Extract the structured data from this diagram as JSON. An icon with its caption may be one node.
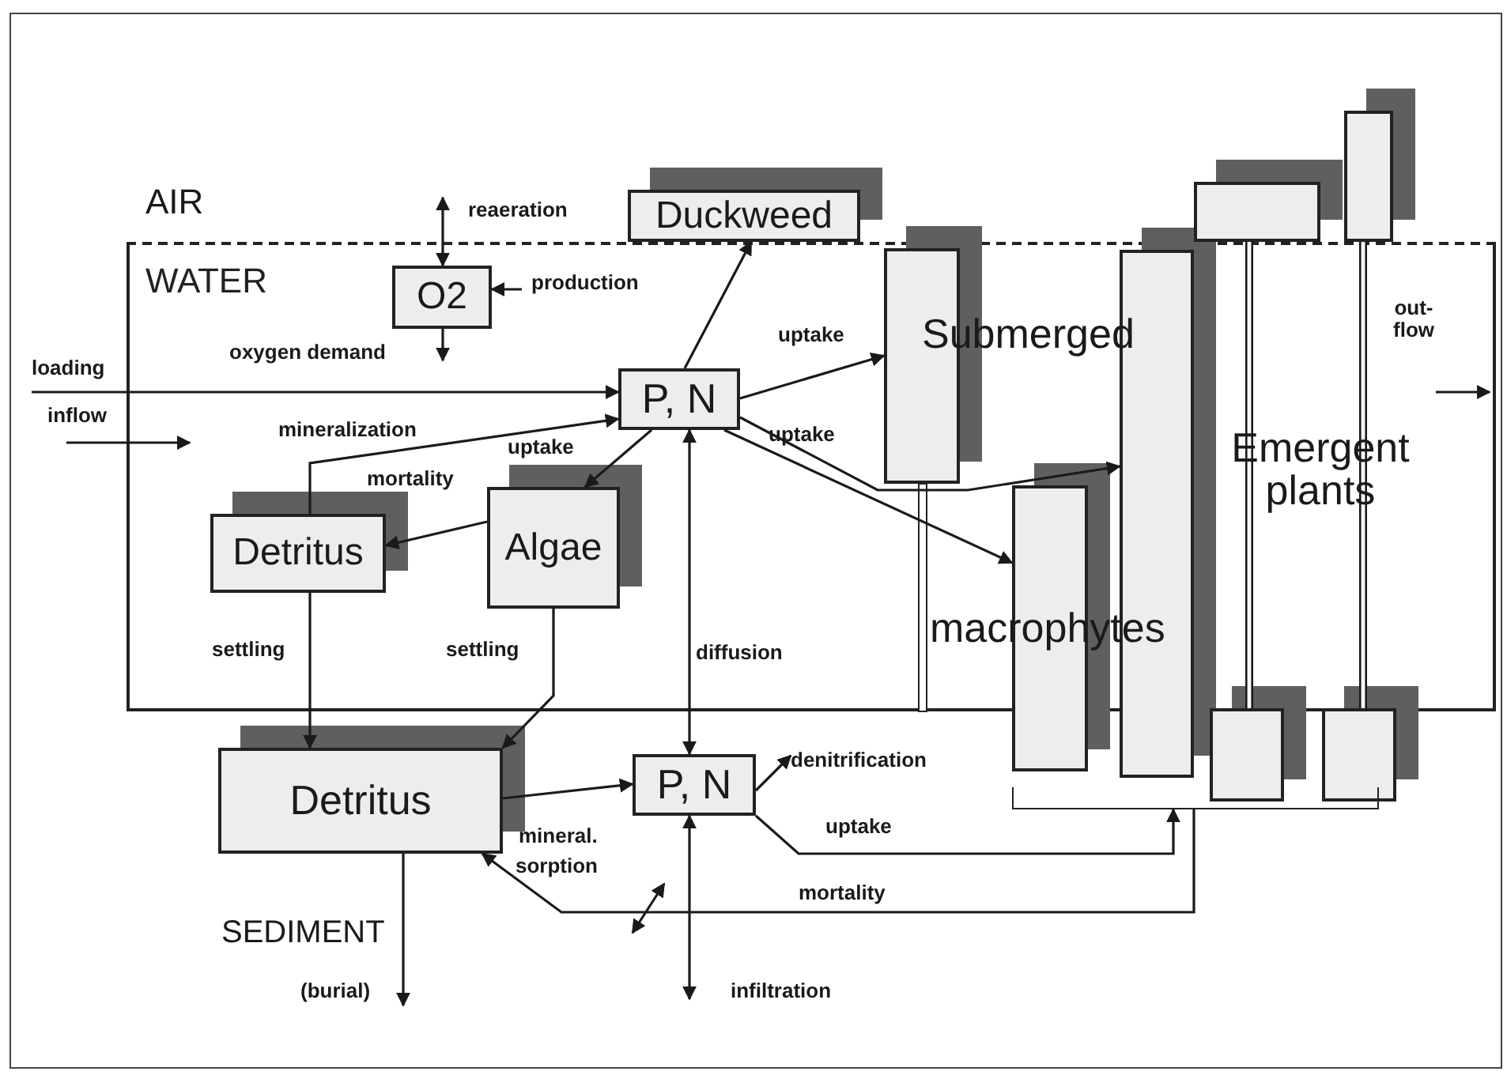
{
  "diagram": {
    "nodes": [
      {
        "text": [
          "WATER"
        ]
      },
      {
        "text": [
          "O2"
        ],
        "in": 0
      },
      {
        "text": [
          "Duckweed"
        ]
      },
      {
        "text": [
          "P, N"
        ],
        "in": 0
      },
      {
        "text": [
          "Detritus"
        ],
        "in": 0
      },
      {
        "text": [
          "Algae"
        ],
        "in": 0
      },
      {
        "text": [],
        "shape": "bar",
        "in": 0
      },
      {
        "text": [],
        "shape": "bar"
      },
      {
        "text": [],
        "shape": "bar"
      },
      {
        "text": [],
        "shape": "box"
      },
      {
        "text": [],
        "shape": "bar"
      },
      {
        "text": [],
        "shape": "box"
      },
      {
        "text": [],
        "shape": "box"
      },
      {
        "text": [],
        "shape": "bar"
      },
      {
        "text": [
          "Detritus"
        ]
      },
      {
        "text": [
          "P, N"
        ]
      }
    ],
    "edges": [
      {
        "from": null,
        "to": 1,
        "arrow": "both",
        "label": "reaeration"
      },
      {
        "from": null,
        "to": 1,
        "arrow": "to",
        "label": "production"
      },
      {
        "from": 1,
        "to": null,
        "arrow": "to",
        "label": "oxygen demand"
      },
      {
        "from": null,
        "to": 3,
        "arrow": "to",
        "label": "loading"
      },
      {
        "from": 4,
        "to": 3,
        "arrow": "to",
        "label": "mineralization"
      },
      {
        "from": 3,
        "to": 5,
        "arrow": "to",
        "label": "uptake"
      },
      {
        "from": 5,
        "to": 4,
        "arrow": "to",
        "label": "mortality"
      },
      {
        "from": 3,
        "to": 2,
        "arrow": "to"
      },
      {
        "from": 3,
        "to": 6,
        "arrow": "to",
        "label": "uptake"
      },
      {
        "from": 3,
        "to": 8,
        "arrow": "to",
        "label": "uptake"
      },
      {
        "from": 3,
        "to": 7,
        "arrow": "to"
      },
      {
        "from": 4,
        "to": 14,
        "arrow": "to",
        "label": "settling"
      },
      {
        "from": 5,
        "to": 14,
        "arrow": "to",
        "label": "settling"
      },
      {
        "from": 15,
        "to": 3,
        "arrow": "both",
        "label": "diffusion"
      },
      {
        "from": 14,
        "to": 15,
        "arrow": "to",
        "label": "mineral."
      },
      {
        "from": 15,
        "to": null,
        "arrow": "to",
        "label": "denitrification"
      },
      {
        "from": 15,
        "to": 13,
        "arrow": "to",
        "label": "uptake"
      },
      {
        "from": 13,
        "to": 14,
        "arrow": "to",
        "label": "mortality"
      },
      {
        "from": 15,
        "to": null,
        "arrow": "both",
        "label": "infiltration"
      },
      {
        "from": 14,
        "to": null,
        "arrow": "to",
        "label": "(burial)"
      },
      {
        "from": 9,
        "to": 11,
        "arrow": "none",
        "style": "thick"
      },
      {
        "from": 10,
        "to": 12,
        "arrow": "none",
        "style": "thick"
      }
    ],
    "labels": [
      "AIR",
      "inflow",
      "Submerged",
      "out- flow",
      "Emergent plants",
      "macrophytes",
      "sorption",
      "SEDIMENT"
    ]
  }
}
